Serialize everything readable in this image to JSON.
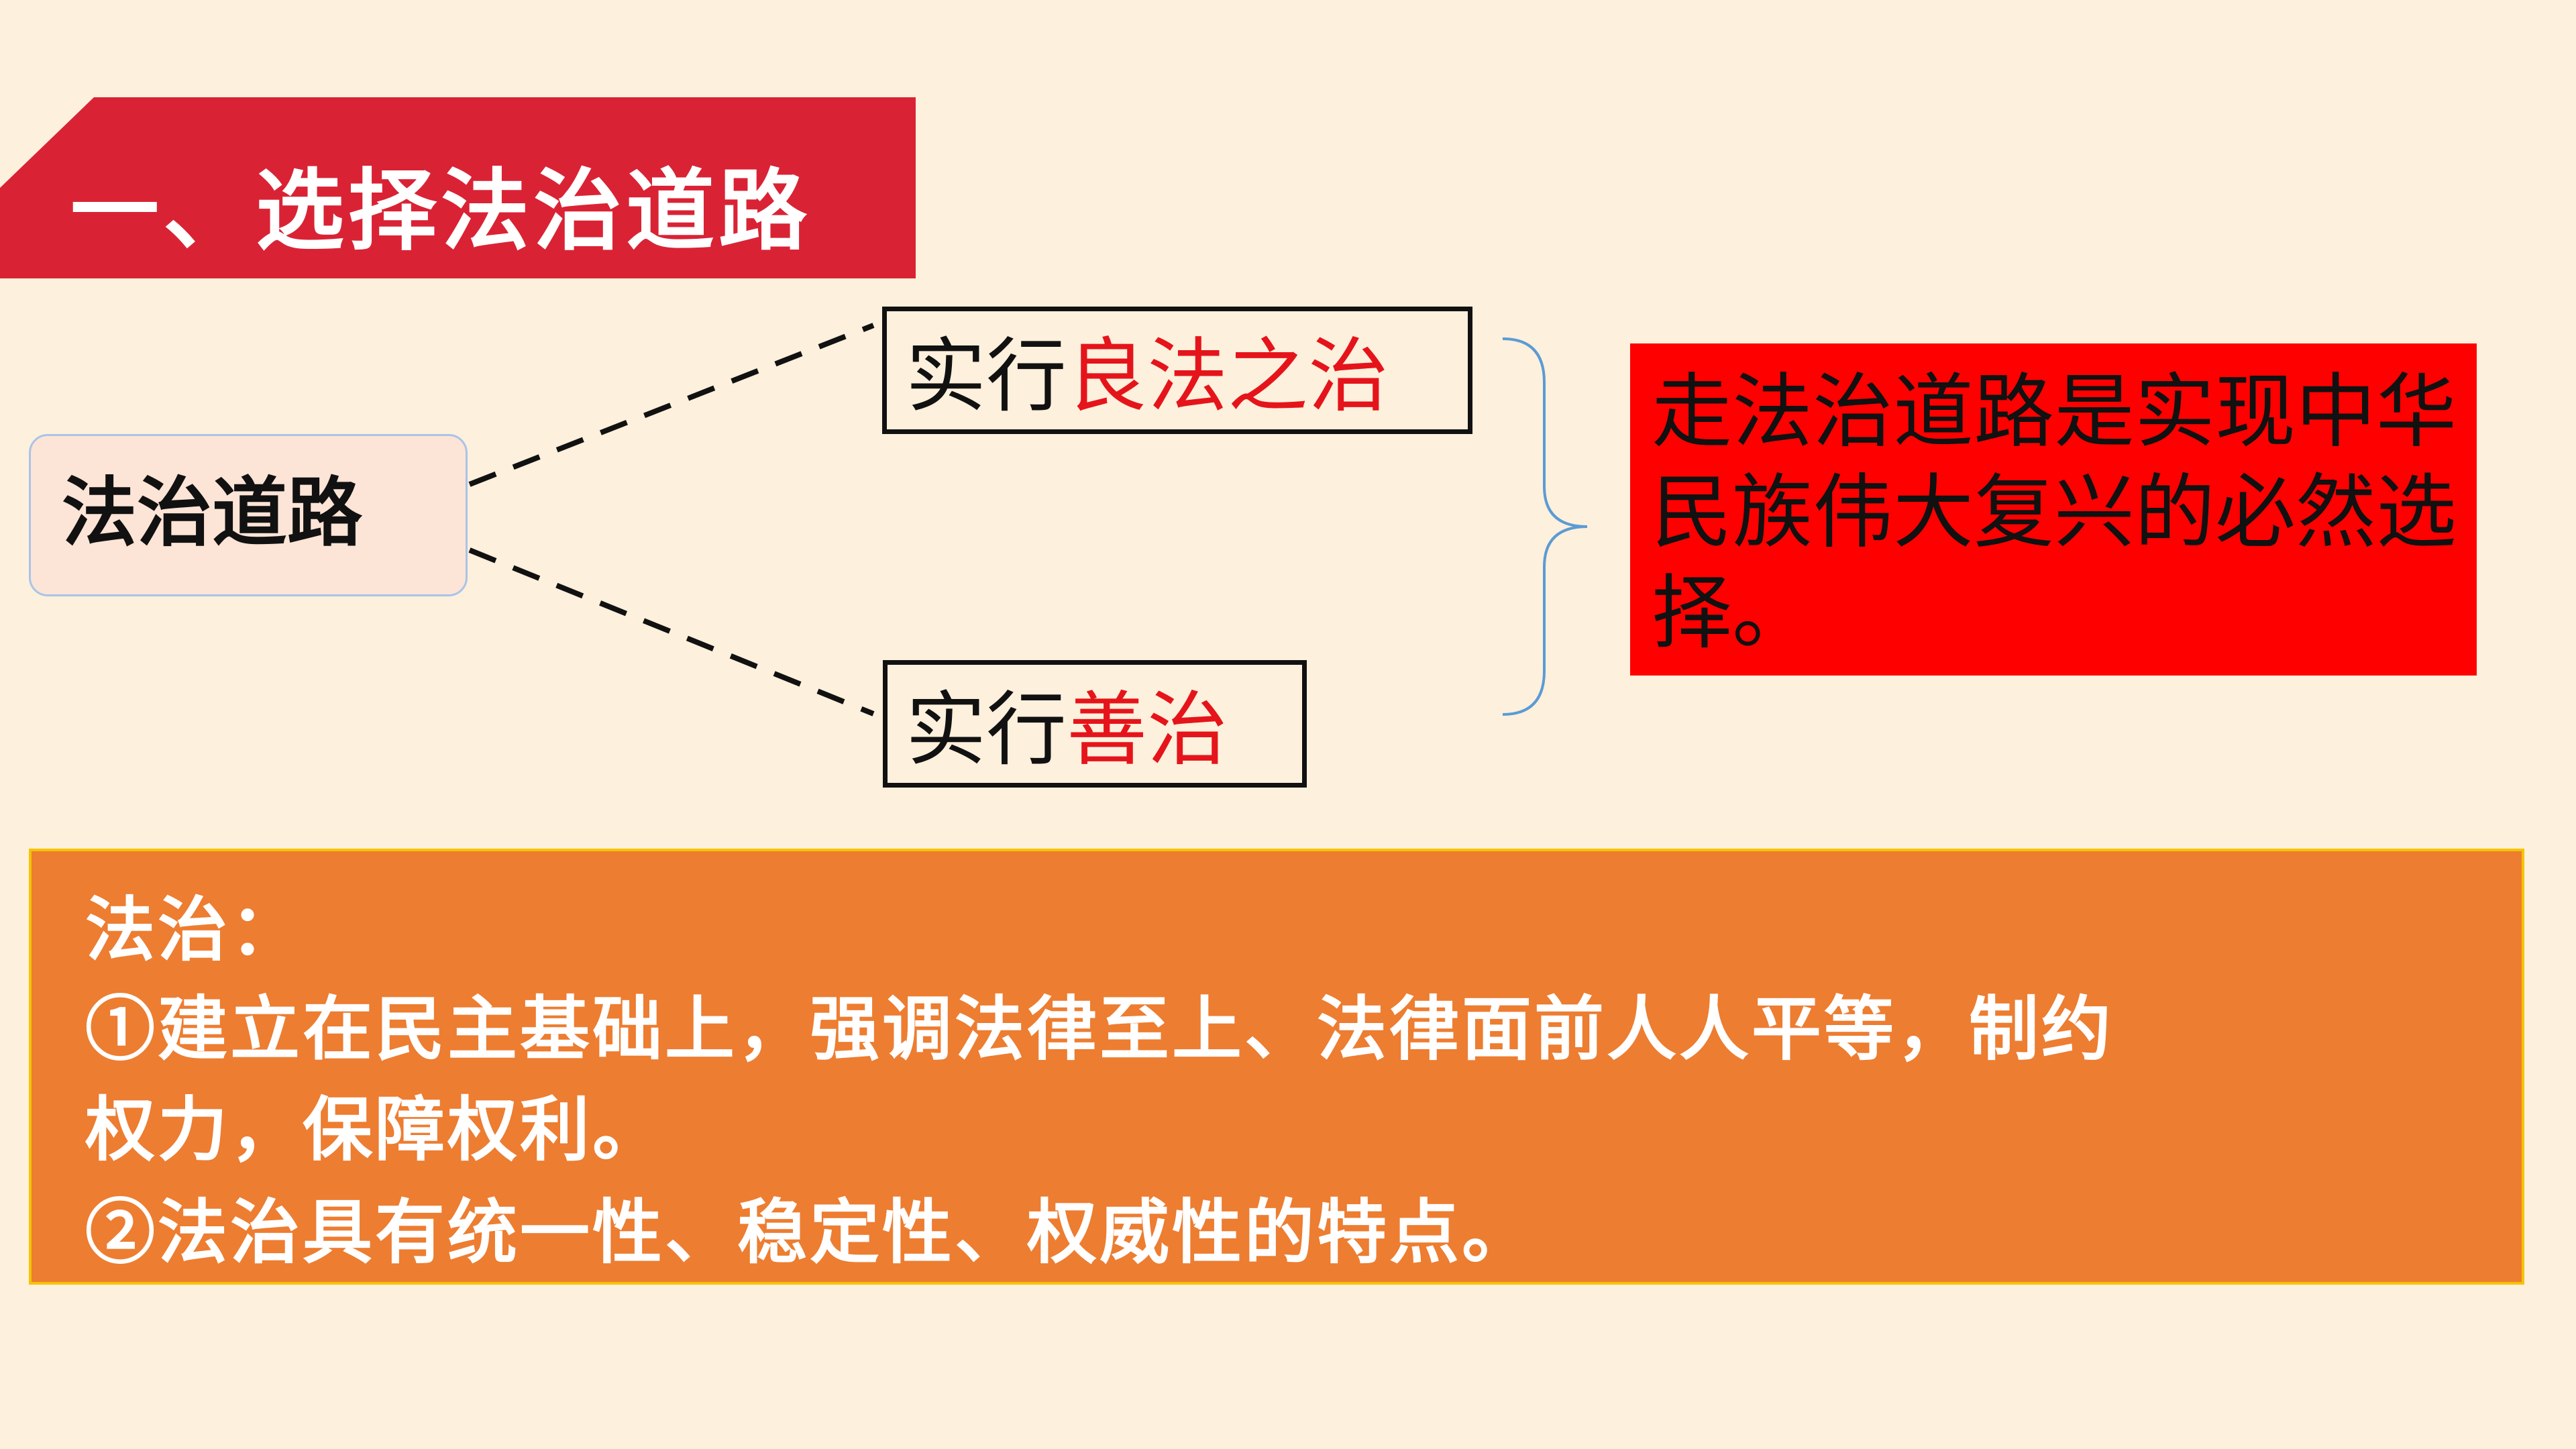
{
  "title": "一、选择法治道路",
  "diagram": {
    "root_label": "法治道路",
    "branches": [
      {
        "prefix": "实行",
        "highlight": "良法之治"
      },
      {
        "prefix": "实行",
        "highlight": "善治"
      }
    ],
    "conclusion": "走法治道路是实现中华民族伟大复兴的必然选择。"
  },
  "definition": {
    "heading": "法治：",
    "lines": [
      "①建立在民主基础上，强调法律至上、法律面前人人平等，制约",
      "权力，保障权利。",
      "②法治具有统一性、稳定性、权威性的特点。"
    ]
  },
  "colors": {
    "background": "#fdf0dc",
    "title_banner": "#d92335",
    "highlight_text": "#e5141b",
    "conclusion_box": "#ff0000",
    "definition_box": "#ed7d31",
    "definition_border": "#f5c400",
    "root_node_fill": "#fce4d6",
    "root_node_border": "#a9c4e8",
    "brace": "#5b9bd5"
  }
}
